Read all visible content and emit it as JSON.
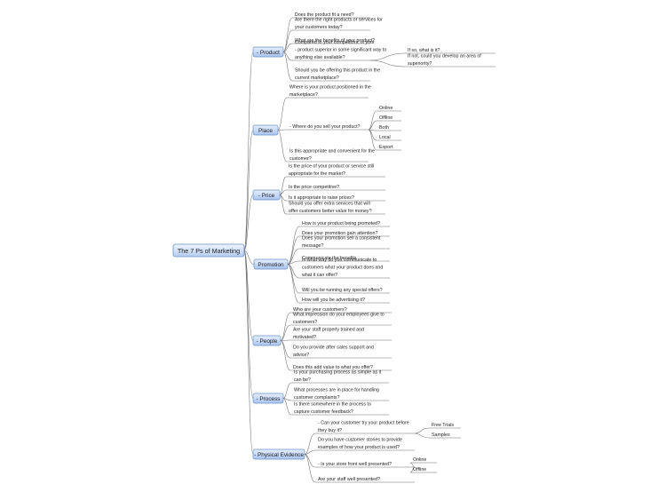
{
  "root": "The 7 Ps of Marketing",
  "branches": [
    {
      "label": "- Product",
      "items": [
        {
          "text": [
            "Does the product fit a need?"
          ]
        },
        {
          "text": [
            "Are there the right products or services for",
            "your customers today?"
          ]
        },
        {
          "text": [
            "What are the benefits of your product?"
          ]
        },
        {
          "text": [
            "Compared to your competitors, is your",
            "- product superior in some significant way to",
            "anything else available?"
          ],
          "children": [
            {
              "text": [
                "If so, what is it?"
              ]
            },
            {
              "text": [
                "If not, could you develop an area of",
                "superiority?"
              ]
            }
          ]
        },
        {
          "text": [
            "Should you be offering this product in the",
            "current marketplace?"
          ]
        }
      ]
    },
    {
      "label": "Place",
      "items": [
        {
          "text": [
            "Where is your product positioned in the",
            "marketplace?"
          ]
        },
        {
          "text": [
            "- Where do you sell your product?"
          ],
          "children": [
            {
              "text": [
                "Online"
              ]
            },
            {
              "text": [
                "Offline"
              ]
            },
            {
              "text": [
                "Both"
              ]
            },
            {
              "text": [
                "Local"
              ]
            },
            {
              "text": [
                "Export"
              ]
            }
          ]
        },
        {
          "text": [
            "Is this appropriate and convenient for the",
            "customer?"
          ]
        }
      ]
    },
    {
      "label": "- Price",
      "items": [
        {
          "text": [
            "Is the price of your product or service still",
            "appropriate for the market?"
          ]
        },
        {
          "text": [
            "Is the price competitive?"
          ]
        },
        {
          "text": [
            "Is it appropriate to raise prices?"
          ]
        },
        {
          "text": [
            "Should you offer extra services that will",
            "offer customers better value for money?"
          ]
        }
      ]
    },
    {
      "label": "Promotion",
      "items": [
        {
          "text": [
            "How is your product being promoted?"
          ]
        },
        {
          "text": [
            "Does your promotion gain attention?"
          ]
        },
        {
          "text": [
            "Does your promotion sell a consistent",
            "message?"
          ]
        },
        {
          "text": [
            "Communicate the benefits"
          ]
        },
        {
          "text": [
            "In what way do you communicate to",
            "customers what your product does and",
            "what it can offer?"
          ]
        },
        {
          "text": [
            "Will you be running any special offers?"
          ]
        },
        {
          "text": [
            "How will you be advertising it?"
          ]
        }
      ]
    },
    {
      "label": "- People",
      "items": [
        {
          "text": [
            "Who are your customers?"
          ]
        },
        {
          "text": [
            "What impression do your employees give to",
            "customers?"
          ]
        },
        {
          "text": [
            "Are your staff properly trained and",
            "motivated?"
          ]
        },
        {
          "text": [
            "Do you provide after sales support and",
            "advice?"
          ]
        },
        {
          "text": [
            "Does this add value to what you offer?"
          ]
        }
      ]
    },
    {
      "label": "- Process",
      "items": [
        {
          "text": [
            "Is your purchasing process as simple as it",
            "can be?"
          ]
        },
        {
          "text": [
            "What processes are in place for handling",
            "customer complaints?"
          ]
        },
        {
          "text": [
            "Is there somewhere in the process to",
            "capture customer feedback?"
          ]
        }
      ]
    },
    {
      "label": "- Physical Evidence",
      "items": [
        {
          "text": [
            "- Can your customer try your product before",
            "they buy it?"
          ],
          "children": [
            {
              "text": [
                "Free Trials"
              ]
            },
            {
              "text": [
                "Samples"
              ]
            }
          ]
        },
        {
          "text": [
            "Do you have customer stories to provide",
            "examples of how your product is used?"
          ]
        },
        {
          "text": [
            "- Is your store front well presented?"
          ],
          "children": [
            {
              "text": [
                "Online"
              ]
            },
            {
              "text": [
                "Offline"
              ]
            }
          ]
        },
        {
          "text": [
            "Are your staff well presented?"
          ]
        }
      ]
    }
  ]
}
